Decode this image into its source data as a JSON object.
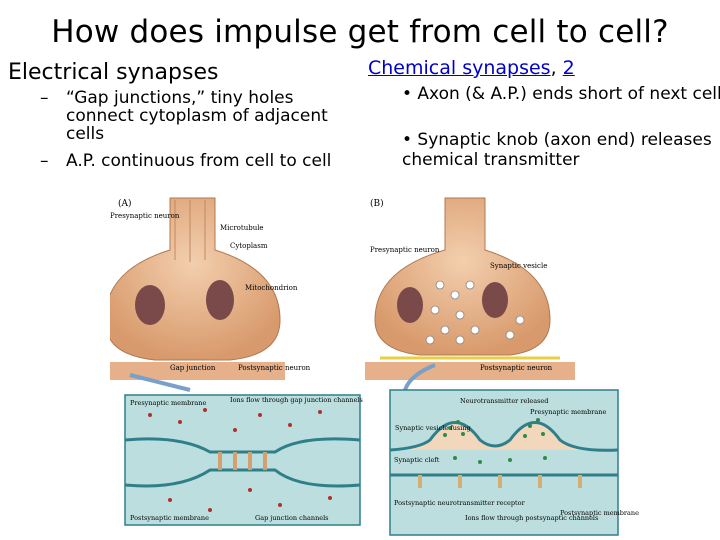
{
  "title": "How does impulse get from cell to cell?",
  "left": {
    "heading": "Electrical synapses",
    "bullets": [
      {
        "dash": "–",
        "text": "“Gap junctions,” tiny holes connect cytoplasm of adjacent cells"
      },
      {
        "dash": "–",
        "text": "A.P. continuous from cell to cell"
      }
    ]
  },
  "right": {
    "heading_link1": "Chemical synapses",
    "heading_sep": ", ",
    "heading_link2": "2",
    "bullet1": "• Axon (& A.P.) ends short of next cell,",
    "bullet2": "• Synaptic knob (axon end) releases chemical transmitter"
  },
  "figure": {
    "panel_a": {
      "tag": "(A)",
      "labels": {
        "presynaptic": "Presynaptic neuron",
        "microtubule": "Microtubule",
        "cytoplasm": "Cytoplasm",
        "mitochondrion": "Mitochondrion",
        "gap_junction": "Gap junction",
        "postsynaptic": "Postsynaptic neuron",
        "ions_flow": "Ions flow through gap junction channels",
        "pre_membrane": "Presynaptic membrane",
        "post_membrane": "Postsynaptic membrane",
        "gap_channels": "Gap junction channels"
      }
    },
    "panel_b": {
      "tag": "(B)",
      "labels": {
        "presynaptic": "Presynaptic neuron",
        "synaptic_vesicle": "Synaptic vesicle",
        "postsynaptic": "Postsynaptic neuron",
        "nt_released": "Neurotransmitter released",
        "vesicle_fusing": "Synaptic vesicle fusing",
        "pre_membrane": "Presynaptic membrane",
        "cleft": "Synaptic cleft",
        "receptor": "Postsynaptic neurotransmitter receptor",
        "ions_flow": "Ions flow through postsynaptic channels",
        "post_membrane": "Postsynaptic membrane"
      }
    },
    "colors": {
      "cell": "#e8b48a",
      "cell_dark": "#c98a5e",
      "fluid": "#b7d8d8",
      "membrane": "#2f7f8a",
      "mito": "#7a4a4a",
      "dots": "#b03030",
      "vesicle": "#2f8a4a",
      "arrow": "#7aa0c8"
    }
  }
}
